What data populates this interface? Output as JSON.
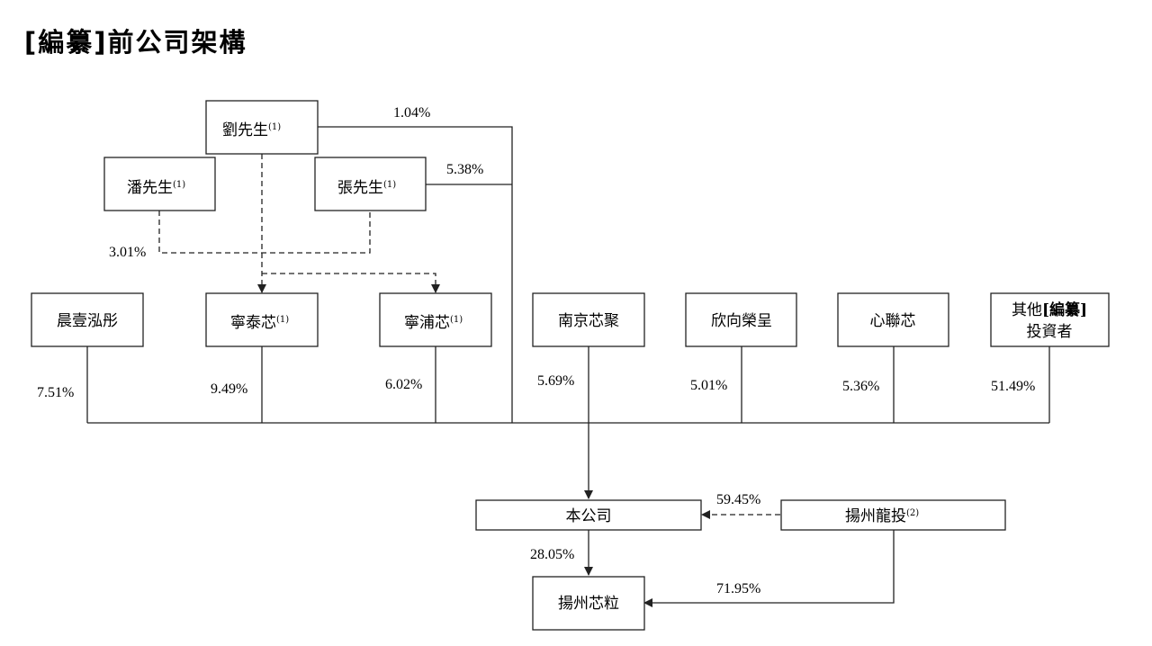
{
  "title": "[編纂]前公司架構",
  "nodes": {
    "liu": {
      "name": "劉先生",
      "note": "(1)"
    },
    "pan": {
      "name": "潘先生",
      "note": "(1)"
    },
    "zhang": {
      "name": "張先生",
      "note": "(1)"
    },
    "chenyi": {
      "name": "晨壹泓彤"
    },
    "ningtaixin": {
      "name": "寧泰芯",
      "note": "(1)"
    },
    "ningpuxin": {
      "name": "寧浦芯",
      "note": "(1)"
    },
    "nanjing": {
      "name": "南京芯聚"
    },
    "xinxiang": {
      "name": "欣向榮呈"
    },
    "xinlian": {
      "name": "心聯芯"
    },
    "other": {
      "line1_a": "其他",
      "line1_b": "[編纂]",
      "line2": "投資者"
    },
    "company": {
      "name": "本公司"
    },
    "yzlongtou": {
      "name": "揚州龍投",
      "note": "(2)"
    },
    "yzxinli": {
      "name": "揚州芯粒"
    }
  },
  "percentages": {
    "liu_direct": "1.04%",
    "zhang_direct": "5.38%",
    "pan_zhang": "3.01%",
    "chenyi": "7.51%",
    "ningtaixin": "9.49%",
    "ningpuxin": "6.02%",
    "nanjing": "5.69%",
    "xinxiang": "5.01%",
    "xinlian": "5.36%",
    "other": "51.49%",
    "longtou_company": "59.45%",
    "company_xinli": "28.05%",
    "longtou_xinli": "71.95%"
  }
}
